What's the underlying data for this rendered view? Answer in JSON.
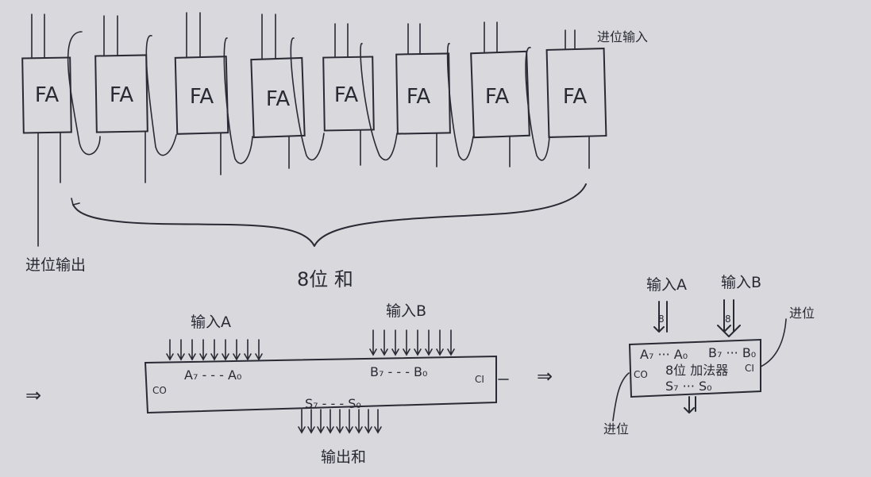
{
  "colors": {
    "paper": "#d9d8dc",
    "ink": "#2a2a35"
  },
  "top": {
    "cells": [
      "FA",
      "FA",
      "FA",
      "FA",
      "FA",
      "FA",
      "FA",
      "FA"
    ],
    "carry_in_label": "进位输入",
    "carry_out_label": "进位输出",
    "sum_label": "8位 和"
  },
  "middle": {
    "arrow_symbol": "⇒",
    "input_a_label": "输入A",
    "input_b_label": "输入B",
    "a_bits": "A₇ - - - A₀",
    "b_bits": "B₇ - - - B₀",
    "s_bits": "S₇ - - - S₀",
    "output_label": "输出和",
    "carry_out_pin": "CO",
    "carry_in_pin": "CI"
  },
  "right": {
    "arrow_symbol": "⇒",
    "input_a_label": "输入A",
    "input_b_label": "输入B",
    "bus_width_a": "8",
    "bus_width_b": "8",
    "a_bits": "A₇ ··· A₀",
    "b_bits": "B₇ ··· B₀",
    "title": "8位 加法器",
    "s_bits": "S₇ ··· S₀",
    "co_pin": "CO",
    "ci_pin": "CI",
    "carry_in_label": "进位",
    "carry_out_label": "进位"
  }
}
